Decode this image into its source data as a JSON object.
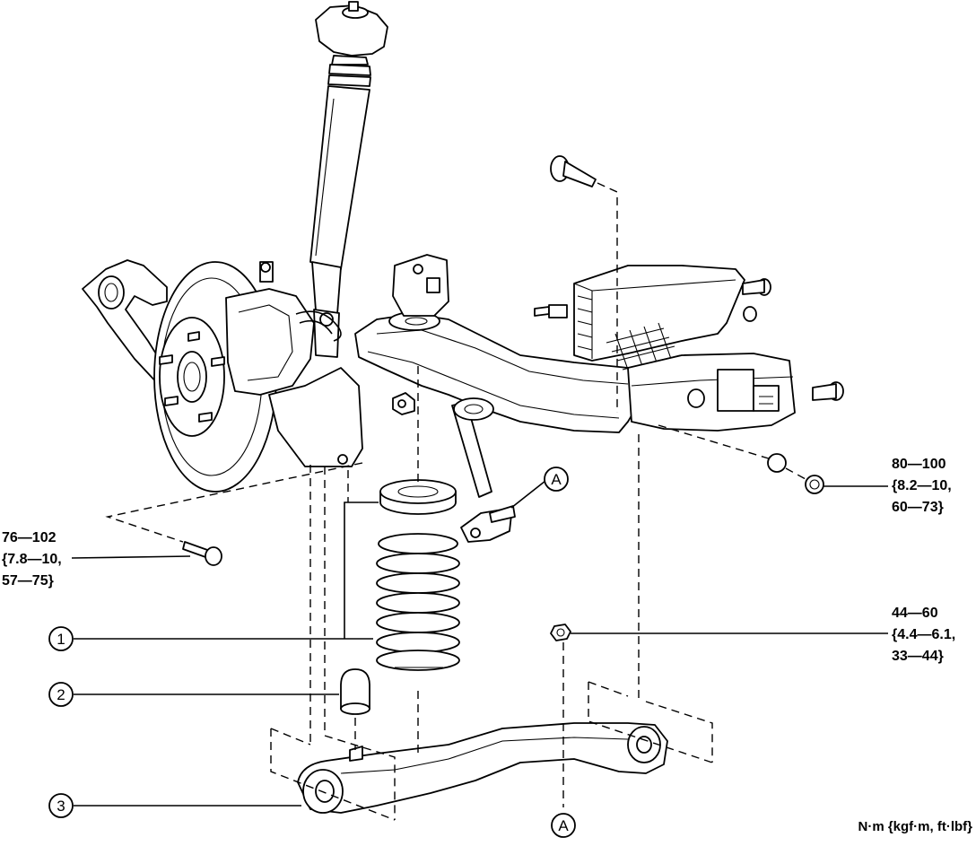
{
  "callouts": [
    {
      "number": "1",
      "part": "coil-spring-and-seat"
    },
    {
      "number": "2",
      "part": "bound-stopper"
    },
    {
      "number": "3",
      "part": "lower-arm"
    }
  ],
  "reference_mark": "A",
  "torque_specs": [
    {
      "id": "t1",
      "lines": [
        "76—102",
        "{7.8—10,",
        "57—75}"
      ]
    },
    {
      "id": "t2",
      "lines": [
        "80—100",
        "{8.2—10,",
        "60—73}"
      ]
    },
    {
      "id": "t3",
      "lines": [
        "44—60",
        "{4.4—6.1,",
        "33—44}"
      ]
    }
  ],
  "units": "N·m {kgf·m, ft·lbf}"
}
